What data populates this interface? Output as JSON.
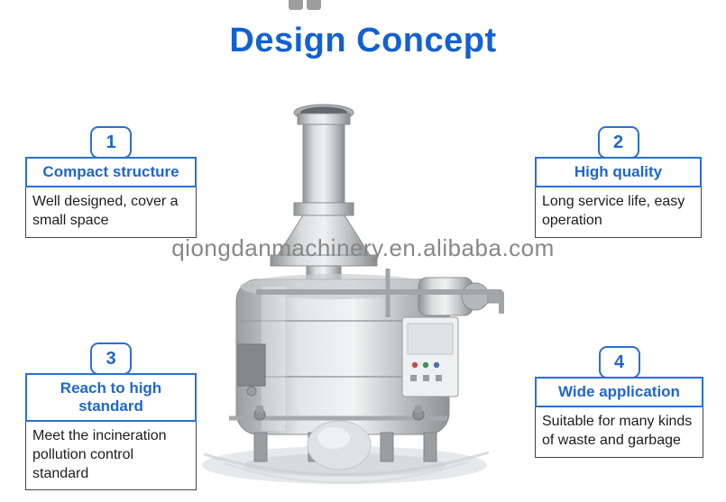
{
  "page": {
    "title": "Design Concept",
    "watermark": "qiongdanmachinery.en.alibaba.com"
  },
  "callouts": [
    {
      "number": "1",
      "title": "Compact structure",
      "description": "Well designed, cover a small space"
    },
    {
      "number": "2",
      "title": "High quality",
      "description": "Long service life, easy operation"
    },
    {
      "number": "3",
      "title": "Reach to high standard",
      "description": "Meet the incineration pollution control standard"
    },
    {
      "number": "4",
      "title": "Wide application",
      "description": "Suitable for many kinds of waste and garbage"
    }
  ],
  "image": {
    "subject": "waste-incinerator-machine"
  },
  "colors": {
    "accent_blue": "#1e66d2",
    "title_blue": "#1261d1",
    "desc_border": "#444444",
    "watermark_gray": "#878787"
  }
}
